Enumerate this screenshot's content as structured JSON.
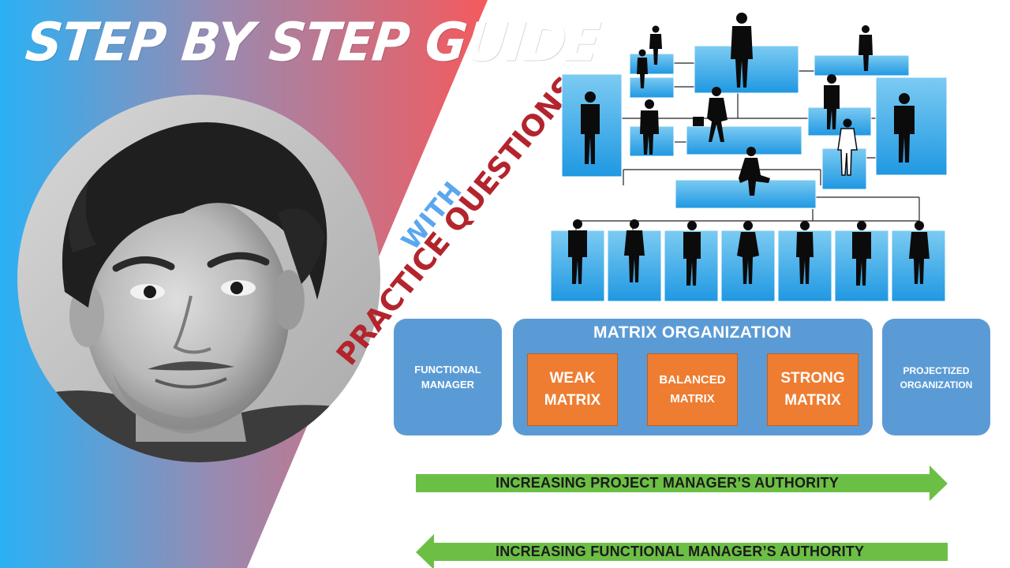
{
  "headline": "STEP BY STEP GUIDE",
  "stamp": {
    "line1": "WITH",
    "line2": "PRACTICE QUESTIONS"
  },
  "matrix": {
    "left_panel": [
      "FUNCTIONAL",
      "MANAGER"
    ],
    "center_title": "MATRIX ORGANIZATION",
    "boxes": [
      {
        "line1": "WEAK",
        "line2": "MATRIX"
      },
      {
        "line1": "BALANCED",
        "line2": "MATRIX"
      },
      {
        "line1": "STRONG",
        "line2": "MATRIX"
      }
    ],
    "right_panel": [
      "PROJECTIZED",
      "ORGANIZATION"
    ]
  },
  "arrows": {
    "top": "INCREASING PROJECT MANAGER’S AUTHORITY",
    "bottom": "INCREASING FUNCTIONAL MANAGER’S AUTHORITY"
  },
  "colors": {
    "left_gradient_blue": "#2ab1f5",
    "left_gradient_red": "#f45a5d",
    "panel_blue": "#5b9bd5",
    "matrix_orange": "#ee7d31",
    "arrow_green": "#6cbf45",
    "chart_box_blue": "#2aa0e6",
    "stamp_red": "#b3242c",
    "stamp_blue": "#5aa7ef"
  }
}
